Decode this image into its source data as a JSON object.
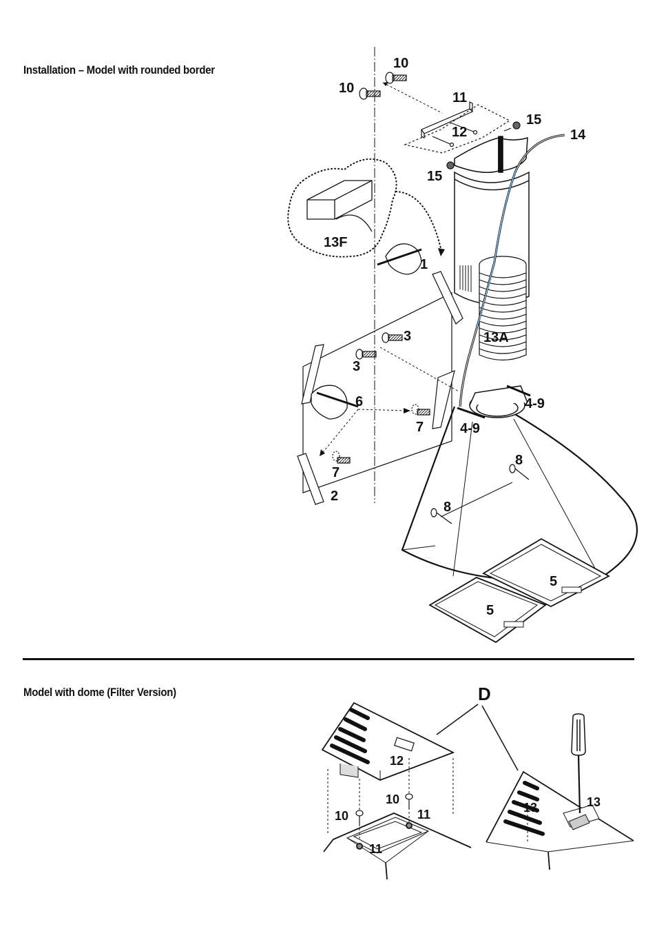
{
  "sections": {
    "install_title": "Installation – Model with rounded border",
    "dome_title": "Model with dome (Filter Version)"
  },
  "labels": {
    "n10a": "10",
    "n10b": "10",
    "n11": "11",
    "n12": "12",
    "n15a": "15",
    "n15b": "15",
    "n14": "14",
    "n13F": "13F",
    "n1": "1",
    "n13A": "13A",
    "n3a": "3",
    "n3b": "3",
    "n6": "6",
    "n7a": "7",
    "n7b": "7",
    "n49a": "4-9",
    "n49b": "4-9",
    "n8a": "8",
    "n8b": "8",
    "n2": "2",
    "n5a": "5",
    "n5b": "5"
  },
  "dome_labels": {
    "D": "D",
    "n12": "12",
    "n10a": "10",
    "n10b": "10",
    "n11a": "11",
    "n11b": "11",
    "n13a": "13",
    "n13b": "13"
  }
}
